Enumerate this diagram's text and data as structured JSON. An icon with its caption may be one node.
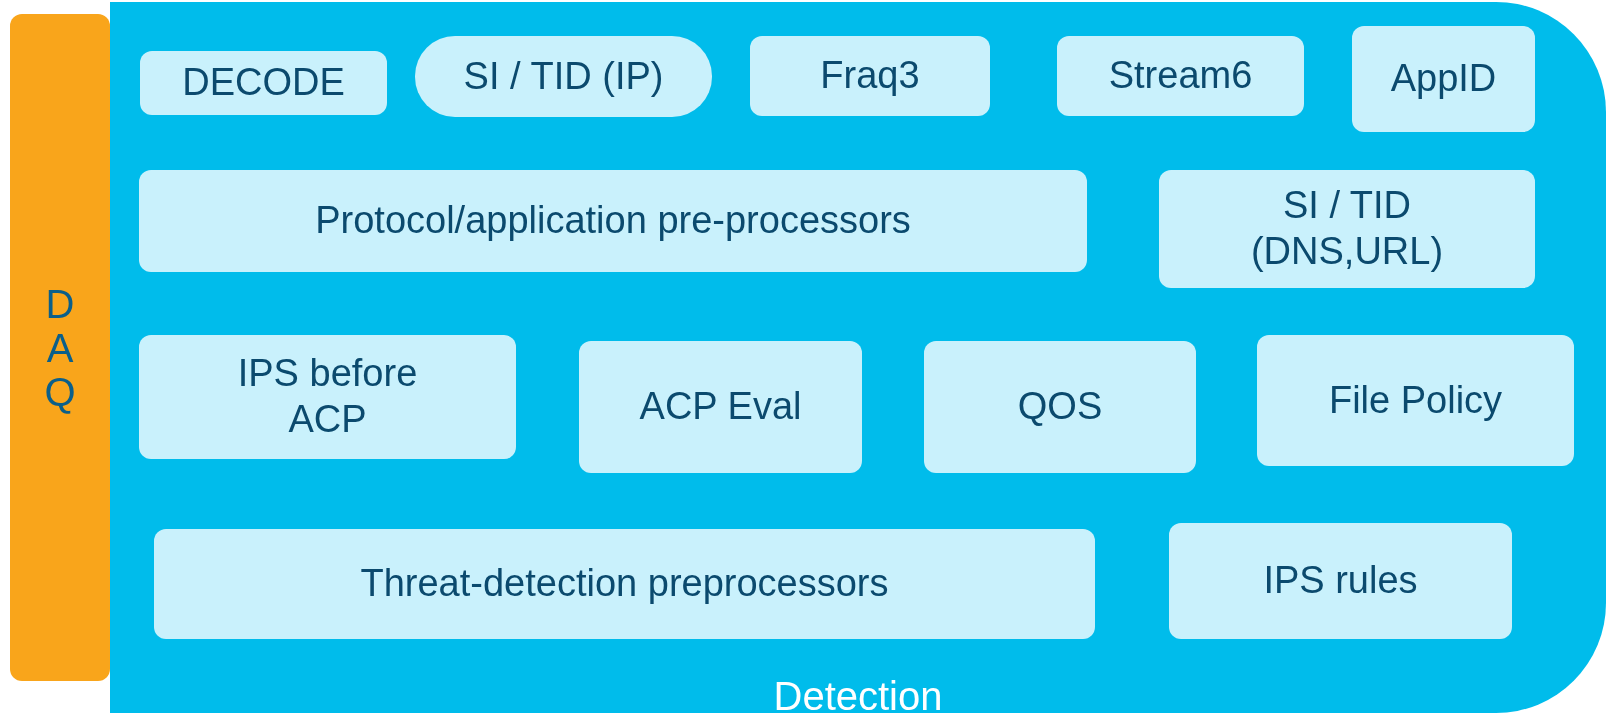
{
  "diagram": {
    "nodes": [
      {
        "text": [
          "DAQ"
        ]
      },
      {
        "text": [
          "Detection"
        ]
      },
      {
        "text": [
          "DECODE"
        ],
        "in": 1
      },
      {
        "text": [
          "SI / TID (IP)"
        ],
        "in": 1
      },
      {
        "text": [
          "Fraq3"
        ],
        "in": 1
      },
      {
        "text": [
          "Stream6"
        ],
        "in": 1
      },
      {
        "text": [
          "AppID"
        ],
        "in": 1
      },
      {
        "text": [
          "Protocol/application pre-processors"
        ],
        "in": 1
      },
      {
        "text": [
          "SI / TID (DNS,URL)"
        ],
        "in": 1
      },
      {
        "text": [
          "IPS before ACP"
        ],
        "in": 1
      },
      {
        "text": [
          "ACP Eval"
        ],
        "in": 1
      },
      {
        "text": [
          "QOS"
        ],
        "in": 1
      },
      {
        "text": [
          "File Policy"
        ],
        "in": 1
      },
      {
        "text": [
          "Threat-detection preprocessors"
        ],
        "in": 1
      },
      {
        "text": [
          "IPS rules"
        ],
        "in": 1
      }
    ]
  }
}
